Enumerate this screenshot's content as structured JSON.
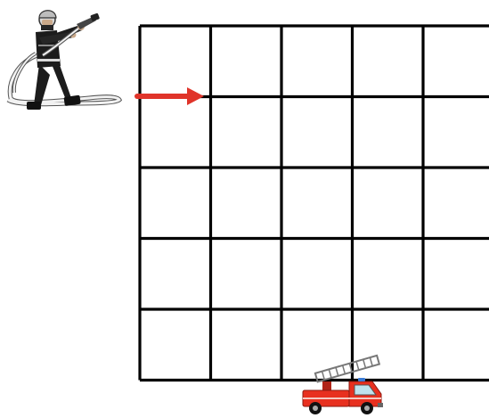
{
  "puzzle": {
    "grid": {
      "rows": 5,
      "cols": 5,
      "line_color": "#000000"
    },
    "start_arrow": {
      "direction": "right",
      "color": "#e0342a"
    },
    "firefighter_icon": "firefighter-with-hose",
    "fire_truck_icon": "fire-truck-with-ladder",
    "colors": {
      "truck_body": "#e8301f",
      "truck_window": "#bfe3ee",
      "uniform": "#1c1c1c",
      "hose": "#f2f2f2"
    }
  }
}
